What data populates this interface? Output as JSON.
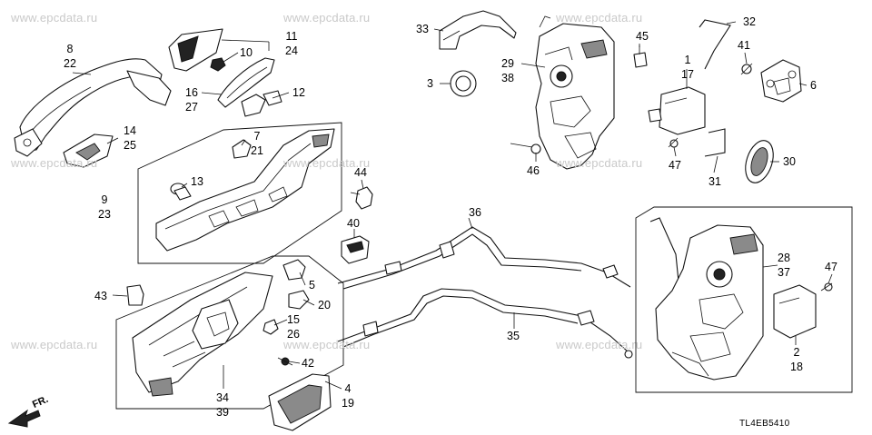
{
  "watermark_text": "www.epcdata.ru",
  "diagram_code": "TL4EB5410",
  "direction_label": "FR.",
  "callouts": {
    "c8_22": [
      "8",
      "22"
    ],
    "c11_24": [
      "11",
      "24"
    ],
    "c10": [
      "10"
    ],
    "c16_27": [
      "16",
      "27"
    ],
    "c12": [
      "12"
    ],
    "c14_25": [
      "14",
      "25"
    ],
    "c7_21": [
      "7",
      "21"
    ],
    "c13": [
      "13"
    ],
    "c9_23": [
      "9",
      "23"
    ],
    "c44": [
      "44"
    ],
    "c40": [
      "40"
    ],
    "c43": [
      "43"
    ],
    "c5": [
      "5"
    ],
    "c20": [
      "20"
    ],
    "c15_26": [
      "15",
      "26"
    ],
    "c42": [
      "42"
    ],
    "c34_39": [
      "34",
      "39"
    ],
    "c4_19": [
      "4",
      "19"
    ],
    "c33": [
      "33"
    ],
    "c3": [
      "3"
    ],
    "c29_38": [
      "29",
      "38"
    ],
    "c46": [
      "46"
    ],
    "c45": [
      "45"
    ],
    "c1_17": [
      "1",
      "17"
    ],
    "c32": [
      "32"
    ],
    "c41": [
      "41"
    ],
    "c6": [
      "6"
    ],
    "c47a": [
      "47"
    ],
    "c31": [
      "31"
    ],
    "c30": [
      "30"
    ],
    "c36": [
      "36"
    ],
    "c35": [
      "35"
    ],
    "c28_37": [
      "28",
      "37"
    ],
    "c47b": [
      "47"
    ],
    "c2_18": [
      "2",
      "18"
    ]
  }
}
